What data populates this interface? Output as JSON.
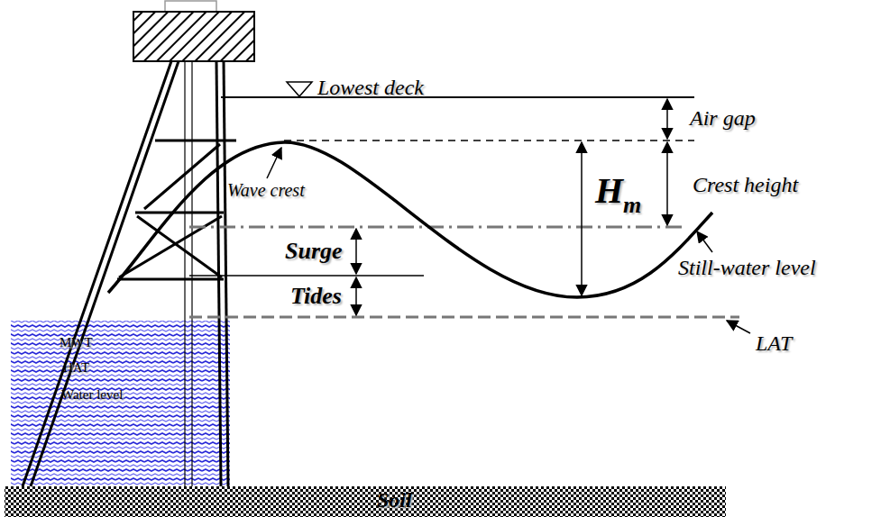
{
  "diagram": {
    "labels": [
      "Lowest deck",
      "Air gap",
      "Wave crest",
      "H",
      "m",
      "Crest height",
      "Surge",
      "Still-water level",
      "Tides",
      "LAT",
      "MWT",
      "HAT",
      "Water level",
      "Soil"
    ]
  }
}
